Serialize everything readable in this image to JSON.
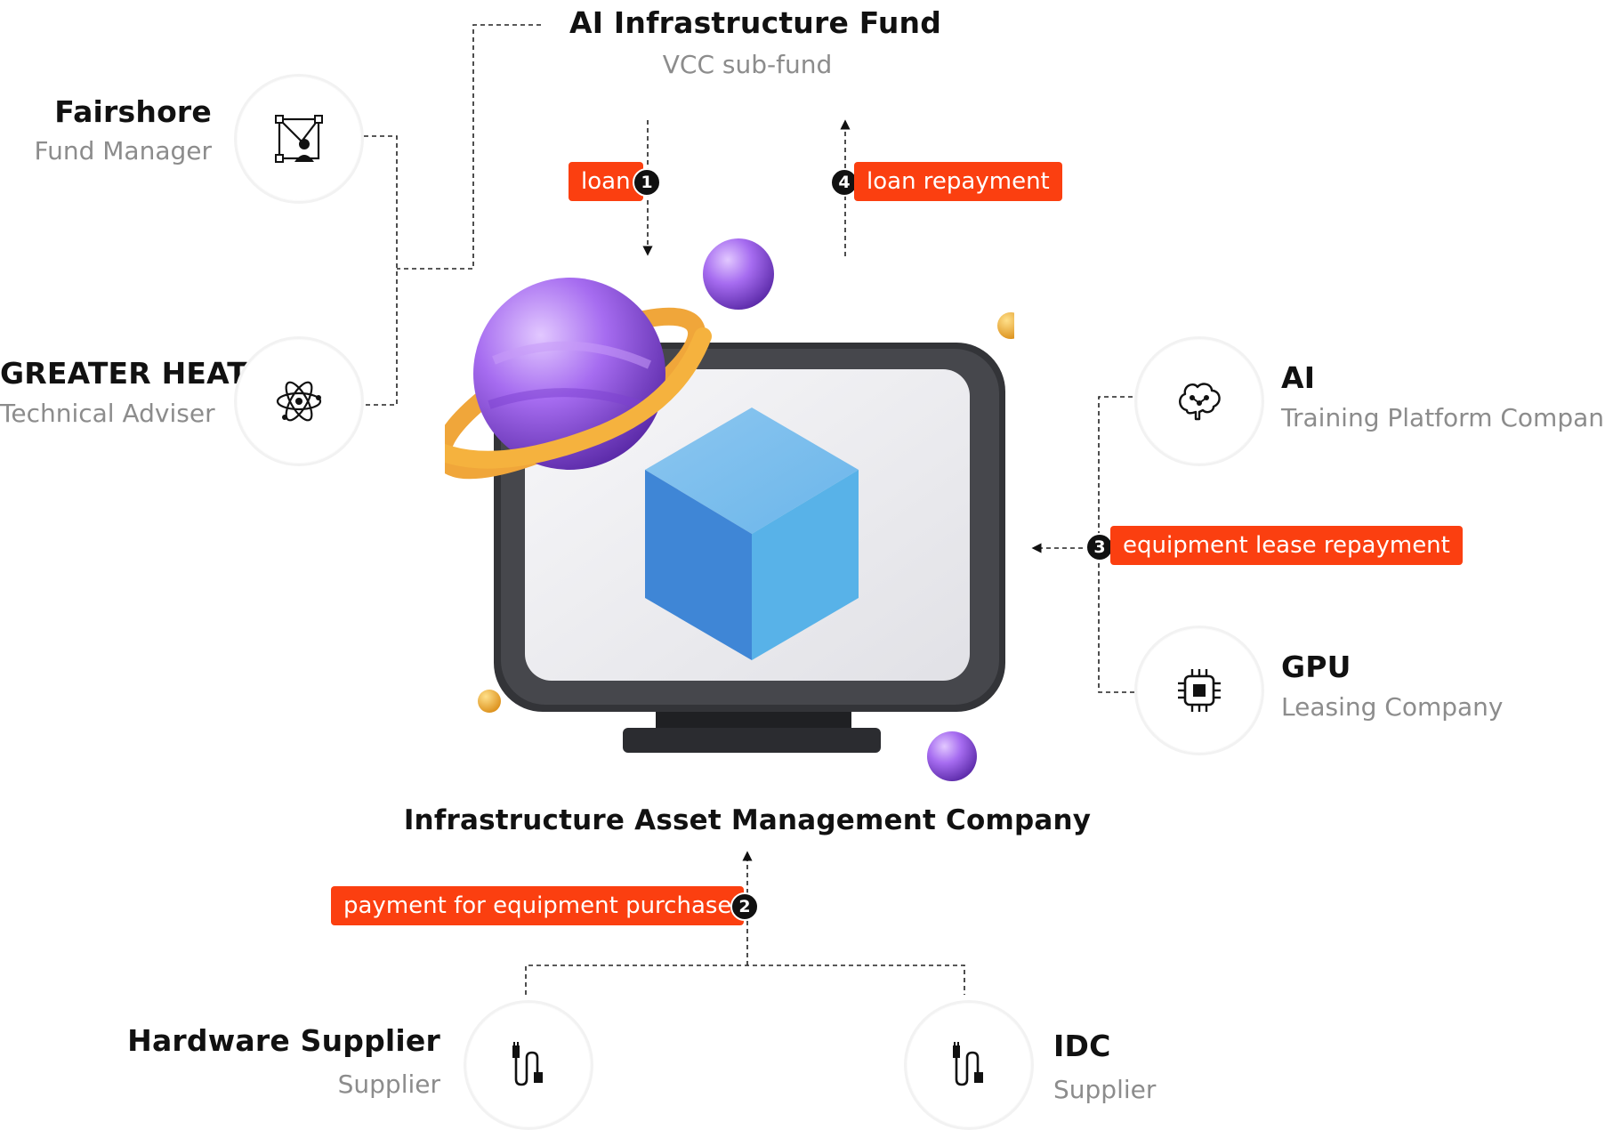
{
  "fund": {
    "title": "AI Infrastructure Fund",
    "subtitle": "VCC sub-fund"
  },
  "left_parties": [
    {
      "title": "Fairshore",
      "subtitle": "Fund Manager",
      "icon": "vector-select-user-icon"
    },
    {
      "title": "GREATER HEAT",
      "subtitle": "Technical Adviser",
      "icon": "atom-icon"
    }
  ],
  "right_parties": [
    {
      "title": "AI",
      "subtitle": "Training Platform Company",
      "icon": "ai-brain-icon"
    },
    {
      "title": "GPU",
      "subtitle": "Leasing Company",
      "icon": "chip-icon"
    }
  ],
  "center": {
    "title": "Infrastructure Asset Management Company"
  },
  "bottom_parties": [
    {
      "title": "Hardware Supplier",
      "subtitle": "Supplier",
      "icon": "cable-plug-icon"
    },
    {
      "title": "IDC",
      "subtitle": "Supplier",
      "icon": "cable-plug-icon"
    }
  ],
  "flows": [
    {
      "step": "1",
      "label": "loan"
    },
    {
      "step": "2",
      "label": "payment for equipment purchase"
    },
    {
      "step": "3",
      "label": "equipment lease repayment"
    },
    {
      "step": "4",
      "label": "loan repayment"
    }
  ],
  "colors": {
    "tag": "#fb3f10",
    "text": "#111111",
    "subtext": "#8c8c8c",
    "cube": "#5aaee6",
    "planet": "#9a5ce0",
    "ring": "#f5a623",
    "monitor": "#2e2f33",
    "screen": "#ececef"
  }
}
